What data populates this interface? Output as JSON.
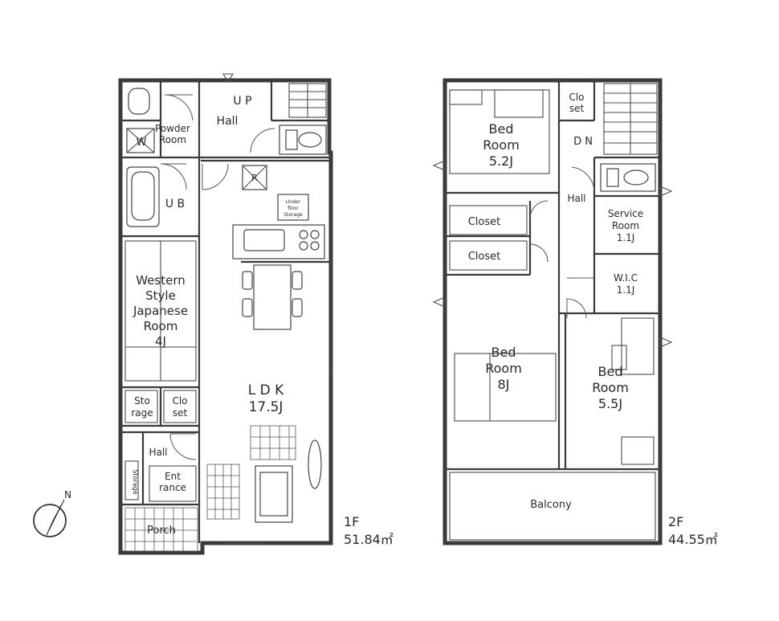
{
  "floor1": {
    "level_label": "1F",
    "area": "51.84㎡",
    "rooms": {
      "powder_room": [
        "Powder",
        "Room"
      ],
      "washer": "W",
      "hall_top": "Hall",
      "stairs_up": "U P",
      "ub": "U B",
      "refrigerator": "R",
      "underfloor_storage": [
        "Under",
        "floor",
        "Storage"
      ],
      "western_room": [
        "Western",
        "Style",
        "Japanese",
        "Room",
        "4J"
      ],
      "ldk": [
        "L D K",
        "17.5J"
      ],
      "storage": [
        "Sto",
        "rage"
      ],
      "closet": [
        "Clo",
        "set"
      ],
      "hall_entrance": "Hall",
      "entrance": [
        "Ent",
        "rance"
      ],
      "side_storage": "Storage",
      "porch": "Porch"
    }
  },
  "floor2": {
    "level_label": "2F",
    "area": "44.55㎡",
    "rooms": {
      "bedroom_top": [
        "Bed",
        "Room",
        "5.2J"
      ],
      "closet_top": [
        "Clo",
        "set"
      ],
      "stairs_down": "D N",
      "hall": "Hall",
      "closet_1": "Closet",
      "closet_2": "Closet",
      "service_room": [
        "Service",
        "Room",
        "1.1J"
      ],
      "wic": [
        "W.I.C",
        "1.1J"
      ],
      "bedroom_main": [
        "Bed",
        "Room",
        "8J"
      ],
      "bedroom_right": [
        "Bed",
        "Room",
        "5.5J"
      ],
      "balcony": "Balcony"
    }
  },
  "compass_label": "N"
}
